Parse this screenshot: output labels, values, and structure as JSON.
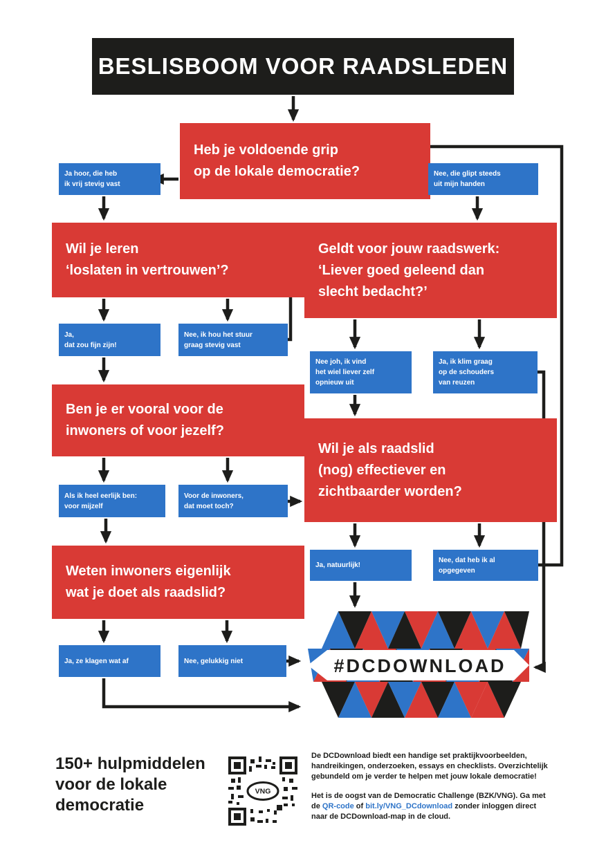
{
  "title": "BESLISBOOM VOOR RAADSLEDEN",
  "colors": {
    "red": "#d93a35",
    "blue": "#2e74c8",
    "black": "#1d1d1b"
  },
  "nodes": {
    "q1": "Heb je voldoende grip\nop de lokale democratie?",
    "a1": "Ja hoor, die heb\nik vrij stevig vast",
    "a2": "Nee, die glipt steeds\nuit mijn handen",
    "q2": "Wil je leren\n‘loslaten in vertrouwen’?",
    "a3": "Ja,\ndat zou fijn zijn!",
    "a4": "Nee, ik hou het stuur\ngraag stevig vast",
    "q3": "Ben je er vooral voor de\ninwoners of voor jezelf?",
    "a5": "Als ik heel eerlijk ben:\nvoor mijzelf",
    "a6": "Voor de inwoners,\ndat moet toch?",
    "q4": "Weten inwoners eigenlijk\nwat je doet als raadslid?",
    "a7": "Ja, ze klagen wat af",
    "a8": "Nee, gelukkig niet",
    "q5": "Geldt voor jouw raadswerk:\n‘Liever goed geleend dan\nslecht bedacht?’",
    "a9": "Nee joh, ik vind\nhet wiel liever zelf\nopnieuw uit",
    "a10": "Ja, ik klim graag\nop de schouders\nvan reuzen",
    "q6": "Wil je als raadslid\n(nog) effectiever en\nzichtbaarder worden?",
    "a11": "Ja, natuurlijk!",
    "a12": "Nee, dat heb ik al\nopgegeven"
  },
  "edges": [
    {
      "from": "q1",
      "to": "a1"
    },
    {
      "from": "q1",
      "to": "a2"
    },
    {
      "from": "a1",
      "to": "q2"
    },
    {
      "from": "a2",
      "to": "q5"
    },
    {
      "from": "q2",
      "to": "a3"
    },
    {
      "from": "q2",
      "to": "a4"
    },
    {
      "from": "a3",
      "to": "q3"
    },
    {
      "from": "a4",
      "to": "q5"
    },
    {
      "from": "q3",
      "to": "a5"
    },
    {
      "from": "q3",
      "to": "a6"
    },
    {
      "from": "a5",
      "to": "q4"
    },
    {
      "from": "a6",
      "to": "q6"
    },
    {
      "from": "q4",
      "to": "a7"
    },
    {
      "from": "q4",
      "to": "a8"
    },
    {
      "from": "a7",
      "to": "logo"
    },
    {
      "from": "a8",
      "to": "logo"
    },
    {
      "from": "q5",
      "to": "a9"
    },
    {
      "from": "q5",
      "to": "a10"
    },
    {
      "from": "a9",
      "to": "q6"
    },
    {
      "from": "a10",
      "to": "logo"
    },
    {
      "from": "q6",
      "to": "a11"
    },
    {
      "from": "q6",
      "to": "a12"
    },
    {
      "from": "a11",
      "to": "logo"
    },
    {
      "from": "a12",
      "to": "q1"
    }
  ],
  "logo": {
    "label": "#DCDOWNLOAD"
  },
  "footer": {
    "heading": "150+ hulpmiddelen\nvoor de lokale\ndemocratie",
    "qr_label": "VNG",
    "para1": "De DCDownload biedt een handige set praktijkvoorbeelden, handreikingen, onderzoeken, essays en checklists. Overzichtelijk gebundeld om je verder te helpen met jouw lokale democratie!",
    "para2_before": "Het is de oogst van de Democratic Challenge (BZK/VNG). Ga met de ",
    "para2_link1": "QR-code",
    "para2_mid": " of ",
    "para2_link2": "bit.ly/VNG_DCdownload",
    "para2_after": " zonder inloggen direct naar de DCDownload-map in de cloud."
  }
}
